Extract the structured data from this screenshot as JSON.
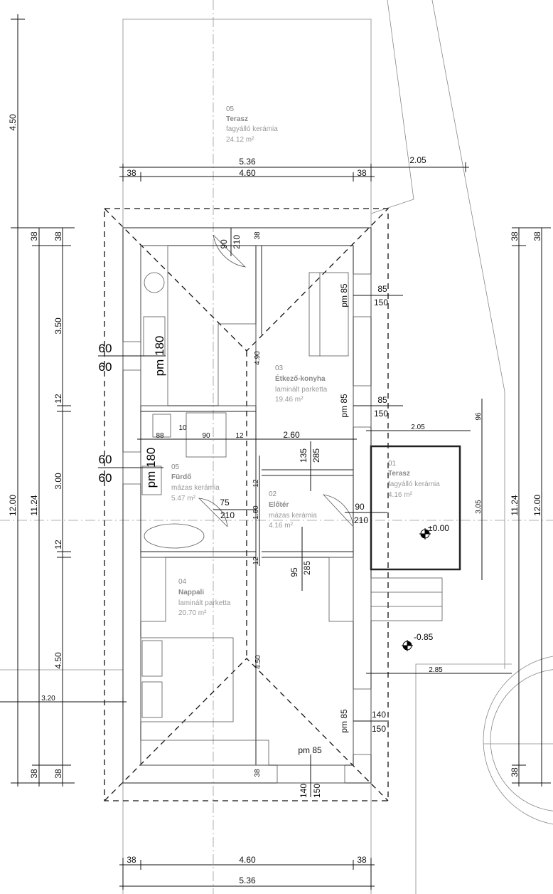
{
  "rooms": [
    {
      "id": "r05a",
      "number": "05",
      "name": "Terasz",
      "material": "fagyálló kerámia",
      "area": "24.12 m²"
    },
    {
      "id": "r03",
      "number": "03",
      "name": "Étkező-konyha",
      "material": "laminált parketta",
      "area": "19.46 m²"
    },
    {
      "id": "r05b",
      "number": "05",
      "name": "Fürdő",
      "material": "mázas kerámia",
      "area": "5.47 m²"
    },
    {
      "id": "r02",
      "number": "02",
      "name": "Előtér",
      "material": "mázas kerámia",
      "area": "4.16 m²"
    },
    {
      "id": "r01",
      "number": "01",
      "name": "Terasz",
      "material": "fagyálló kerámia",
      "area": "4.16 m²"
    },
    {
      "id": "r04",
      "number": "04",
      "name": "Nappali",
      "material": "laminált parketta",
      "area": "20.70 m²"
    }
  ],
  "levels": {
    "floor": "±0.00",
    "ground": "-0.85"
  },
  "dims": {
    "top_total": "5.36",
    "top_mid": "4.60",
    "top_left": "38",
    "top_right": "38",
    "top_terrace": "2.05",
    "bot_total": "5.36",
    "bot_mid": "4.60",
    "bot_left": "38",
    "bot_right": "38",
    "left_terrace": "4.50",
    "left_total": "12.00",
    "left_inner": "11.24",
    "left_38a": "38",
    "left_38b": "38",
    "left_38c": "38",
    "left_38d": "38",
    "left_350": "3.50",
    "left_12a": "12",
    "left_300": "3.00",
    "left_12b": "12",
    "left_450": "4.50",
    "right_total": "12.00",
    "right_inner": "11.24",
    "right_38a": "38",
    "right_38b": "38",
    "right_38c": "38",
    "w_320": "3.20",
    "t_205": "2.05",
    "t_96": "96",
    "t_305": "3.05",
    "t_285": "2.85",
    "c_88": "88",
    "c_10": "10",
    "c_90": "90",
    "c_12": "12",
    "c_260": "2.60",
    "c_135": "135",
    "c_285a": "285",
    "c_12v1": "12",
    "c_160": "1.60",
    "c_12v2": "12",
    "c_95": "95",
    "c_285b": "285",
    "c_450": "4.50",
    "c_490": "4.90",
    "c_38": "38",
    "c_38b": "38",
    "c_140": "140",
    "c_150": "150"
  },
  "openings": {
    "k_door_w": "90",
    "k_door_h": "210",
    "win1_w": "85",
    "win1_h": "150",
    "win1_pm": "pm 85",
    "win2_w": "85",
    "win2_h": "150",
    "win2_pm": "pm 85",
    "kw_a": "60",
    "kw_b": "60",
    "kw_pm": "pm 180",
    "bw_a": "60",
    "bw_b": "60",
    "bw_pm": "pm 180",
    "bd_w": "75",
    "bd_h": "210",
    "ed_w": "90",
    "ed_h": "210",
    "liv_w": "140",
    "liv_h": "150",
    "liv_pm": "pm 85",
    "bot_pm": "pm 85"
  }
}
